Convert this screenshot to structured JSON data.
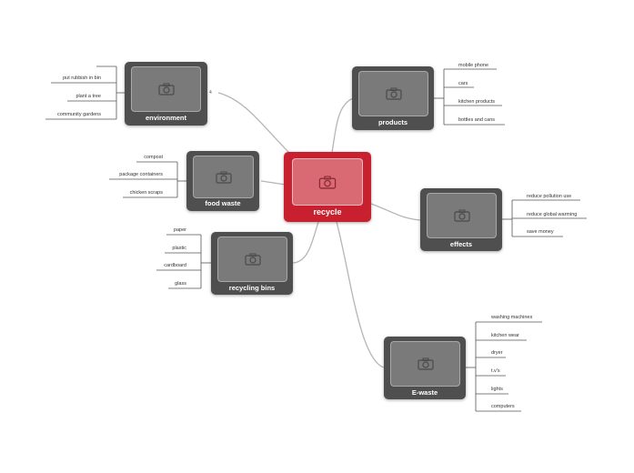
{
  "colors": {
    "central": "#c8202f",
    "branch": "#4f4f4f",
    "photo_dark": "#7a7a7a",
    "photo_light": "#d96a74",
    "line": "#b5b5b5"
  },
  "central": {
    "title": "recycle",
    "icon": "camera-icon"
  },
  "branches": {
    "environment": {
      "title": "environment",
      "collapse_marker": "4",
      "leaves": [
        "put rubbish in bin",
        "plant a tree",
        "community gardens"
      ]
    },
    "products": {
      "title": "products",
      "leaves": [
        "mobile phone",
        "cars",
        "kitchen products",
        "bottles and cans"
      ]
    },
    "food_waste": {
      "title": "food waste",
      "leaves": [
        "compost",
        "package containers",
        "chicken scraps"
      ]
    },
    "effects": {
      "title": "effects",
      "leaves": [
        "reduce pollution use",
        "reduce global warming",
        "save money"
      ]
    },
    "recycling_bins": {
      "title": "recycling bins",
      "leaves": [
        "paper",
        "plastic",
        "cardboard",
        "glass"
      ]
    },
    "e_waste": {
      "title": "E-waste",
      "leaves": [
        "washing machines",
        "kitchen wear",
        "dryer",
        "t.v's",
        "lights",
        "computers"
      ]
    }
  }
}
